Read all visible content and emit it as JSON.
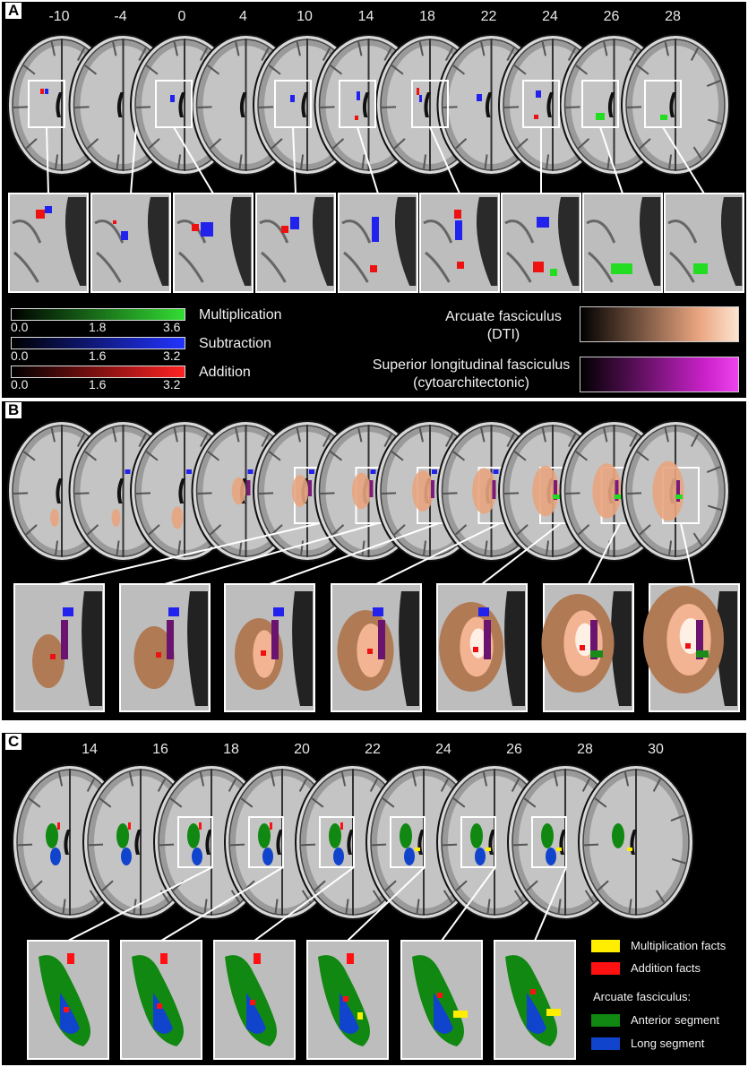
{
  "panels": {
    "a": {
      "letter": "A",
      "slices": [
        "-10",
        "-4",
        "0",
        "4",
        "10",
        "14",
        "18",
        "22",
        "24",
        "26",
        "28"
      ]
    },
    "b": {
      "letter": "B"
    },
    "c": {
      "letter": "C",
      "slices": [
        "14",
        "16",
        "18",
        "20",
        "22",
        "24",
        "26",
        "28",
        "30"
      ]
    }
  },
  "colorbars": {
    "multiplication": {
      "label": "Multiplication",
      "min": "0.0",
      "mid": "1.8",
      "max": "3.6",
      "color": "#33dd33"
    },
    "subtraction": {
      "label": "Subtraction",
      "min": "0.0",
      "mid": "1.6",
      "max": "3.2",
      "color": "#2233ff"
    },
    "addition": {
      "label": "Addition",
      "min": "0.0",
      "mid": "1.6",
      "max": "3.2",
      "color": "#ff2222"
    }
  },
  "fasciculi": {
    "arcuate": {
      "line1": "Arcuate fasciculus",
      "line2": "(DTI)"
    },
    "slf": {
      "line1": "Superior longitudinal fasciculus",
      "line2": "(cytoarchitectonic)"
    }
  },
  "legend_c": {
    "mult_facts": "Multiplication facts",
    "add_facts": "Addition facts",
    "arcuate_header": "Arcuate fasciculus:",
    "anterior": "Anterior segment",
    "long": "Long segment"
  },
  "colors": {
    "multiplication": "#ffee00",
    "addition": "#ff1111",
    "anterior": "#118811",
    "long": "#1144cc",
    "arcuate_dti": "#e9a57f",
    "slf": "#cc22cc",
    "green_activation": "#22dd22",
    "blue_activation": "#2222ee",
    "red_activation": "#ee1111"
  }
}
